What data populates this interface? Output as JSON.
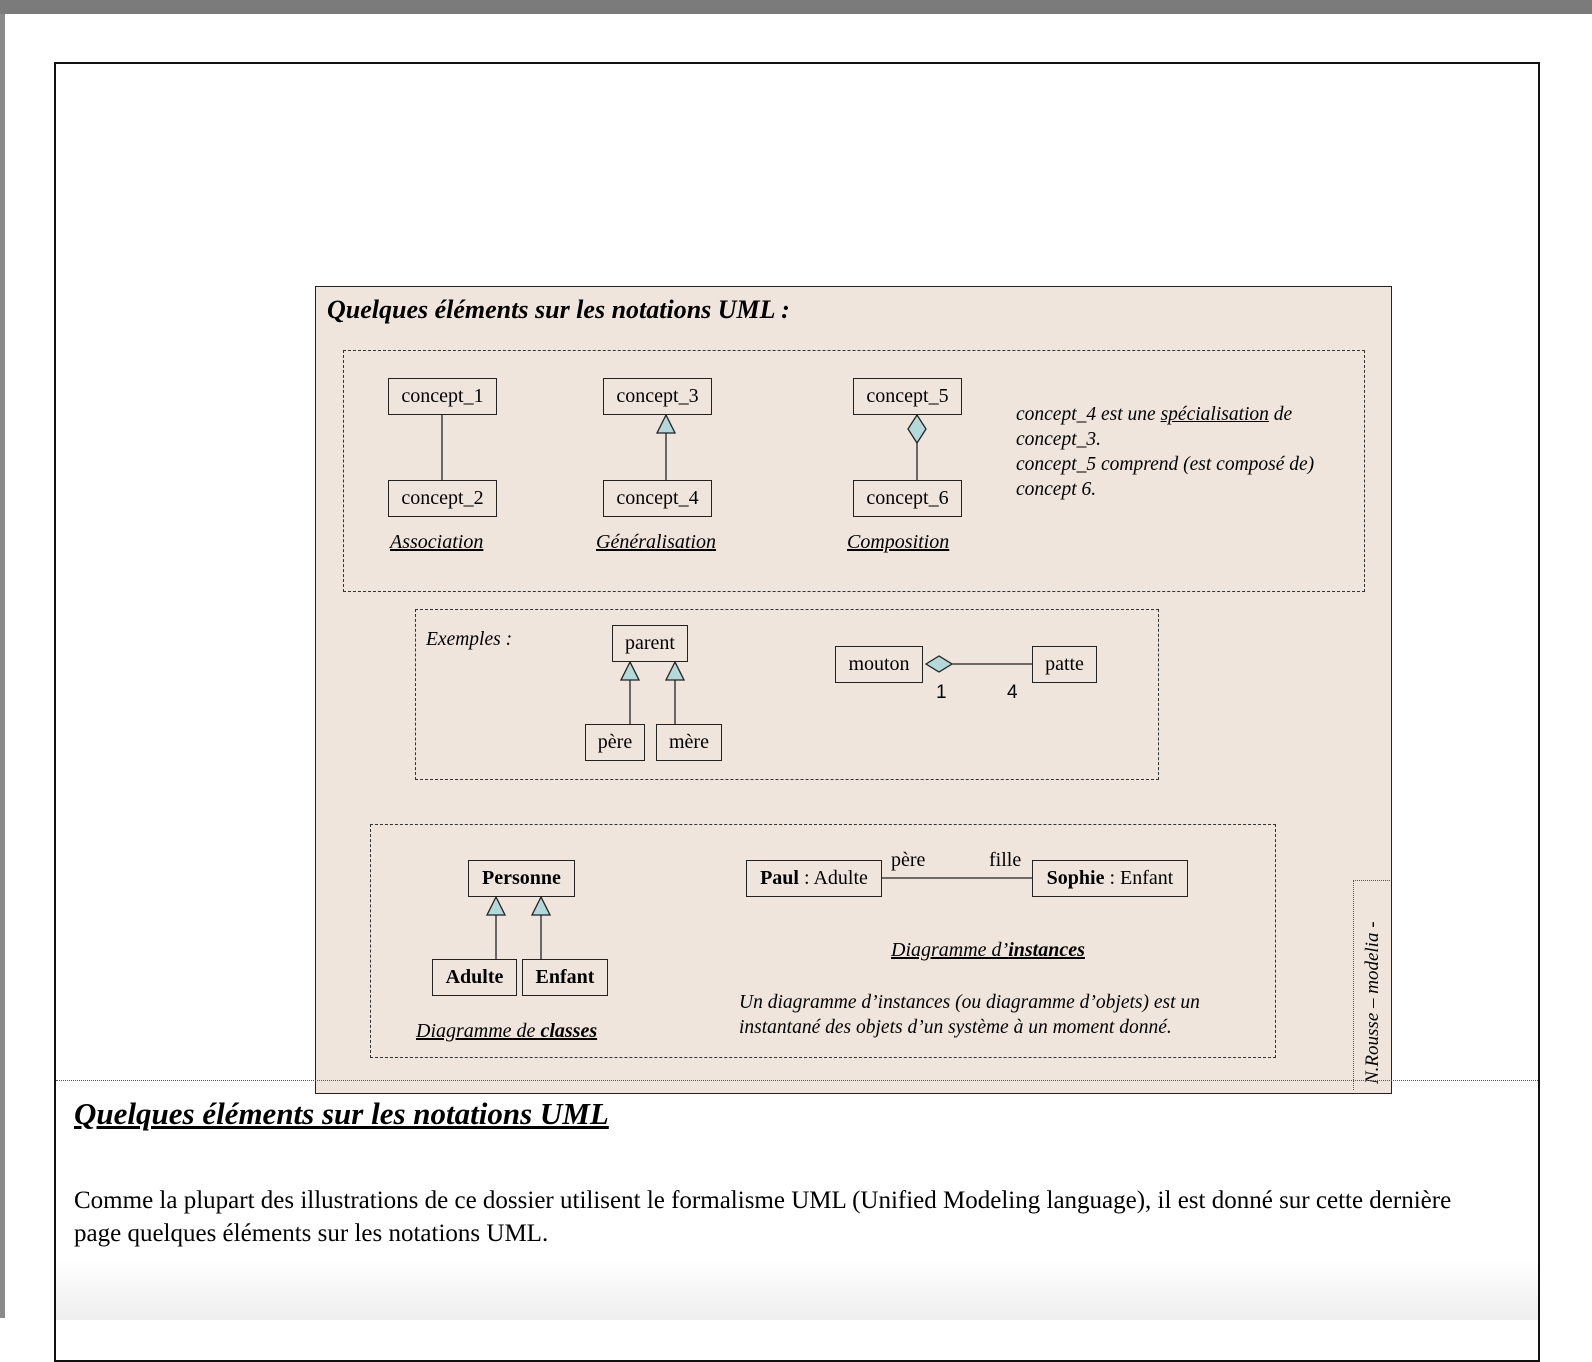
{
  "figure": {
    "title": "Quelques éléments sur les notations UML :",
    "notation": {
      "association": {
        "top": "concept_1",
        "bottom": "concept_2",
        "caption": "Association"
      },
      "generalisation": {
        "top": "concept_3",
        "bottom": "concept_4",
        "caption": "Généralisation"
      },
      "composition": {
        "top": "concept_5",
        "bottom": "concept_6",
        "caption": "Composition"
      },
      "note": {
        "c4": "concept_4",
        "est_une": " est une ",
        "specialisation": "spécialisation",
        "de": " de",
        "c3": "concept_3",
        "dot1": ".",
        "line3": "concept_5 comprend (est composé de)",
        "line4": "concept 6."
      }
    },
    "examples": {
      "label": "Exemples :",
      "parent": "parent",
      "pere": "père",
      "mere": "mère",
      "mouton": "mouton",
      "patte": "patte",
      "mult_mouton": "1",
      "mult_patte": "4"
    },
    "diagrams": {
      "classes": {
        "personne": "Personne",
        "adulte": "Adulte",
        "enfant": "Enfant",
        "caption_prefix": "Diagramme de ",
        "caption_bold": "classes"
      },
      "instances": {
        "paul_name": "Paul",
        "paul_type": " : Adulte",
        "sophie_name": "Sophie",
        "sophie_type": " : Enfant",
        "role_pere": "père",
        "role_fille": "fille",
        "caption_prefix": "Diagramme d’",
        "caption_bold": "instances",
        "note_line1": "Un diagramme d’instances (ou diagramme d’objets) est un",
        "note_line2": "instantané des objets d’un système à un moment donné."
      }
    },
    "credit": "N.Rousse – modelia -",
    "colors": {
      "background": "#efe5dc",
      "arrowhead": "#b3d9db"
    }
  },
  "section": {
    "title": "Quelques éléments sur les notations UML",
    "body": "Comme la plupart des illustrations de ce dossier utilisent le formalisme UML (Unified Modeling language), il est donné sur cette dernière page quelques éléments sur les notations UML."
  }
}
